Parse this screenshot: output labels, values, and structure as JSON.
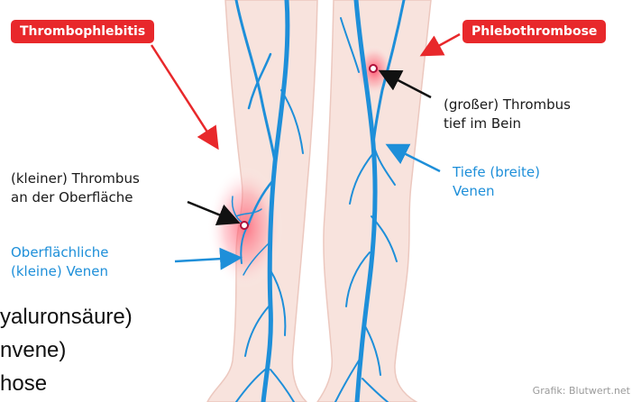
{
  "labels": {
    "thrombophlebitis": "Thrombophlebitis",
    "phlebothrombose": "Phlebothrombose",
    "small_thrombus_1": "(kleiner) Thrombus",
    "small_thrombus_2": "an der Oberfläche",
    "large_thrombus_1": "(großer) Thrombus",
    "large_thrombus_2": "tief im Bein",
    "deep_veins_1": "Tiefe (breite)",
    "deep_veins_2": "Venen",
    "superficial_veins_1": "Oberflächliche",
    "superficial_veins_2": "(kleine) Venen"
  },
  "overlay_fragments": [
    "yaluronsäure)",
    "nvene)",
    "hose"
  ],
  "credit": "Grafik: Blutwert.net",
  "colors": {
    "badge": "#e8282b",
    "vein": "#1e8fd9",
    "skin": "#f8e3dd",
    "inflammation": "#ff5a6e"
  }
}
